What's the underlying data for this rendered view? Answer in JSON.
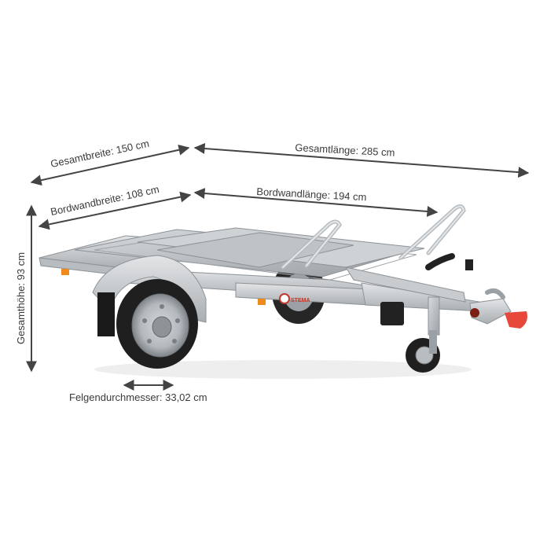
{
  "dimensions": {
    "overall_width": "Gesamtbreite: 150 cm",
    "overall_length": "Gesamtlänge: 285 cm",
    "board_width": "Bordwandbreite: 108 cm",
    "board_length": "Bordwandlänge: 194 cm",
    "overall_height": "Gesamthöhe: 93 cm",
    "rim_diameter": "Felgendurchmesser: 33,02 cm"
  },
  "branding": {
    "badge_text": "STEMA"
  },
  "colors": {
    "frame": "#c9ccce",
    "frame_dark": "#8d9296",
    "tire": "#1f1f1f",
    "reflector_orange": "#f08a1d",
    "coupling_red": "#e8483a",
    "label_text": "#3a3a3a",
    "arrow": "#444444"
  }
}
